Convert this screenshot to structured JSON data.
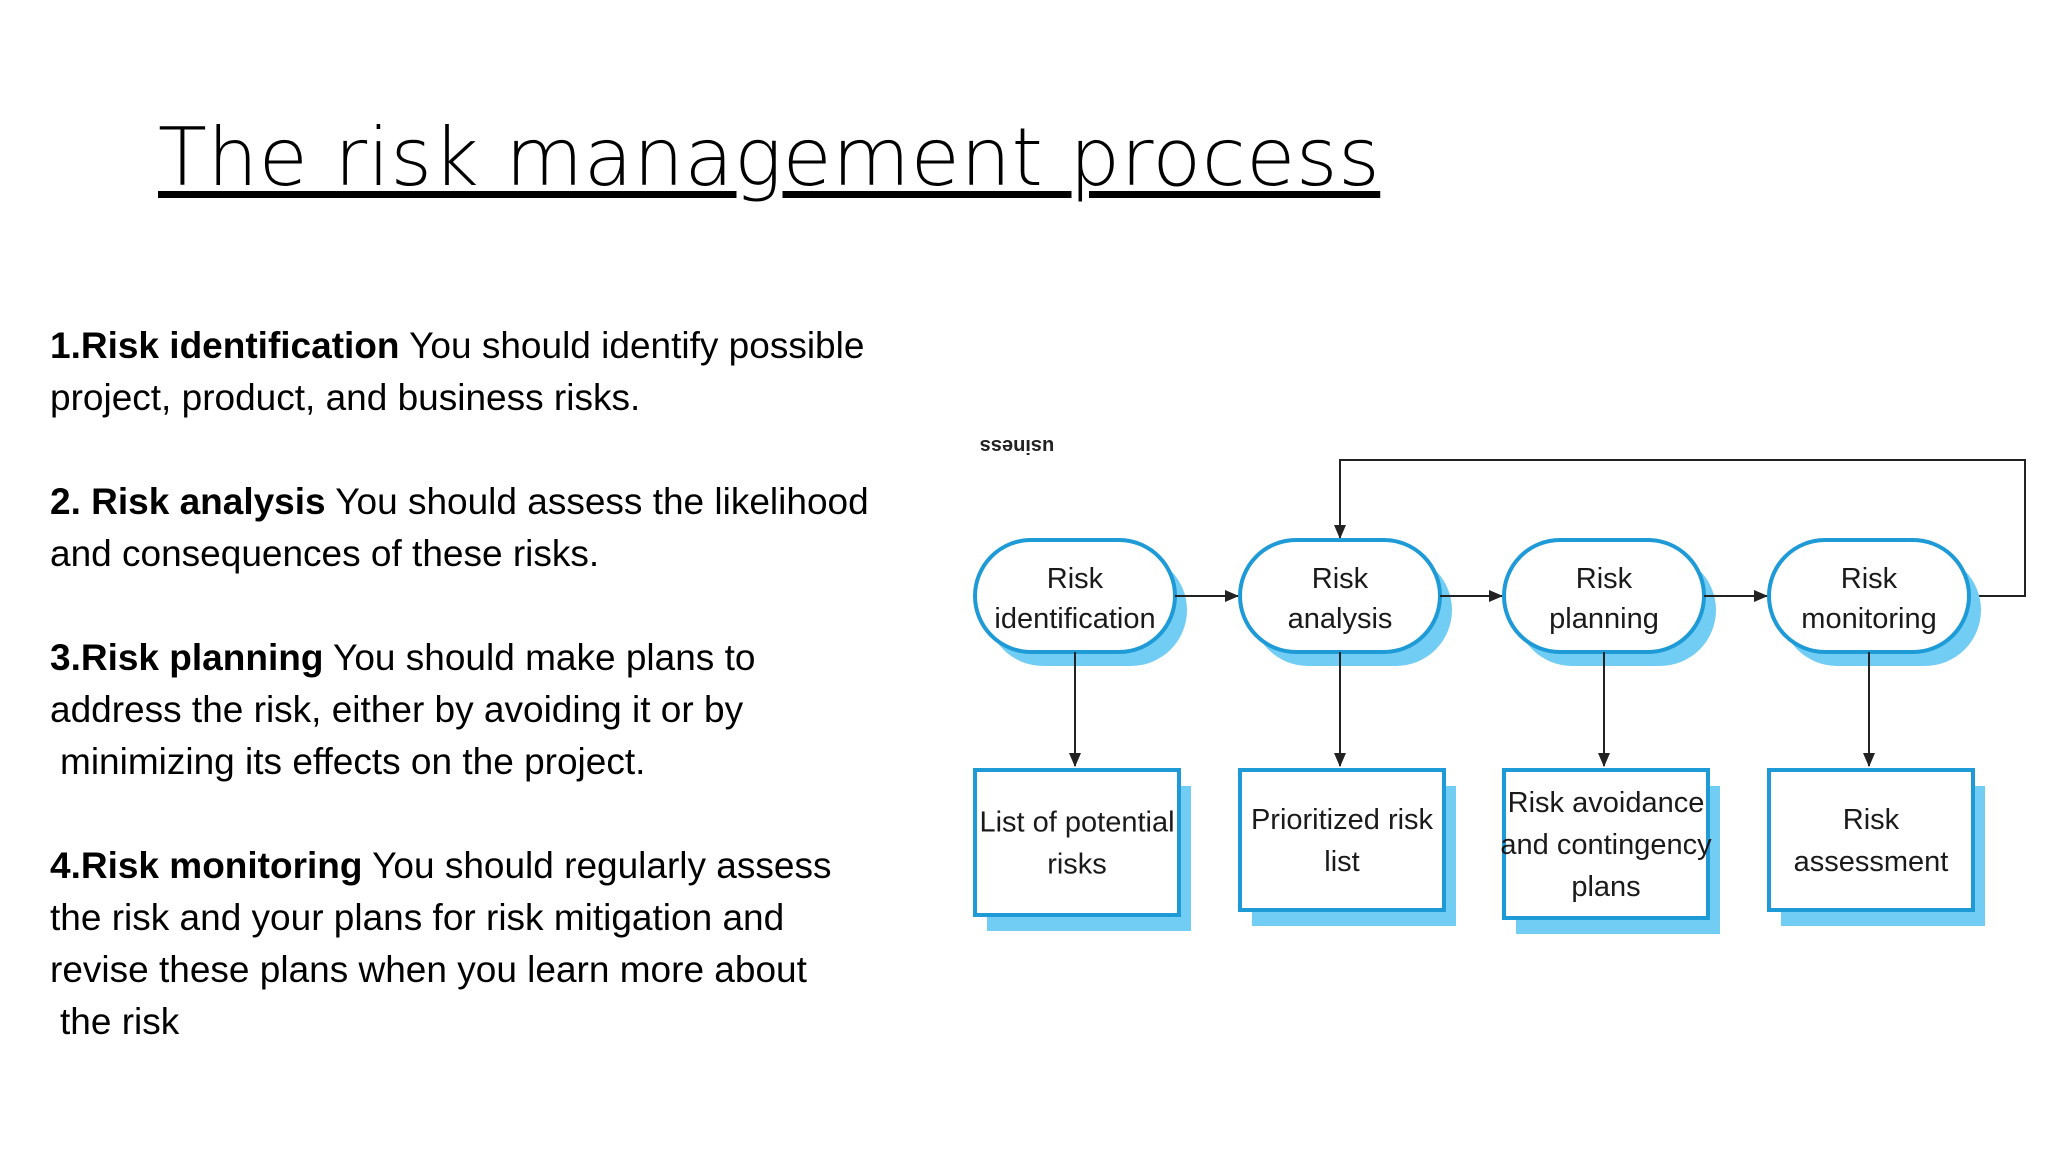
{
  "title": "The risk management process",
  "steps": [
    {
      "lead": "1.Risk identification",
      "lines": [
        " You should identify possible",
        "project, product, and business risks."
      ]
    },
    {
      "lead": "2. Risk analysis",
      "lines": [
        " You should assess the likelihood",
        "and consequences of these risks."
      ]
    },
    {
      "lead": "3.Risk planning",
      "lines": [
        " You should make plans to",
        "address the risk, either by avoiding it or by",
        "minimizing its effects on the project."
      ]
    },
    {
      "lead": "4.Risk monitoring",
      "lines": [
        " You should regularly assess",
        "the risk and your plans for risk mitigation and",
        "revise these plans when you learn more about",
        "the risk"
      ]
    }
  ],
  "diagram": {
    "cropped_fragment": "usiness",
    "processes": [
      {
        "line1": "Risk",
        "line2": "identification"
      },
      {
        "line1": "Risk",
        "line2": "analysis"
      },
      {
        "line1": "Risk",
        "line2": "planning"
      },
      {
        "line1": "Risk",
        "line2": "monitoring"
      }
    ],
    "outputs": [
      {
        "lines": [
          "List of potential",
          "risks"
        ]
      },
      {
        "lines": [
          "Prioritized risk",
          "list"
        ]
      },
      {
        "lines": [
          "Risk avoidance",
          "and contingency",
          "plans"
        ]
      },
      {
        "lines": [
          "Risk",
          "assessment"
        ]
      }
    ],
    "colors": {
      "stroke": "#1e9bd7",
      "shadow": "#72cdf4",
      "arrow": "#222222"
    }
  }
}
